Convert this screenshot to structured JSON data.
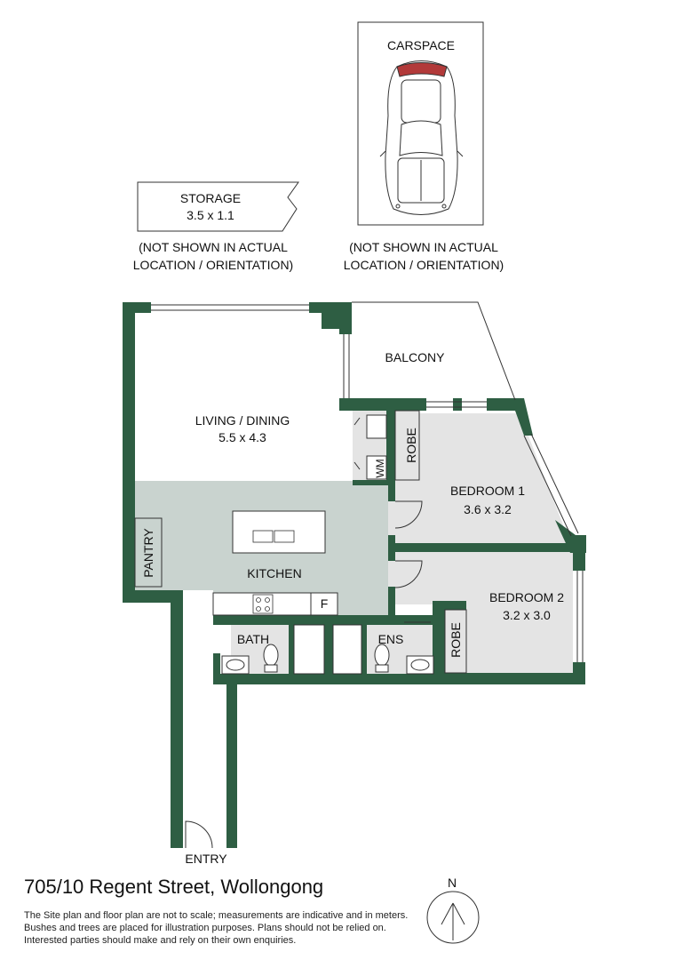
{
  "carspace": {
    "label": "CARSPACE"
  },
  "storage": {
    "label": "STORAGE",
    "dims": "3.5 x 1.1"
  },
  "note_storage": {
    "line1": "(NOT SHOWN IN ACTUAL",
    "line2": "LOCATION / ORIENTATION)"
  },
  "note_carspace": {
    "line1": "(NOT SHOWN IN ACTUAL",
    "line2": "LOCATION / ORIENTATION)"
  },
  "rooms": {
    "balcony": "BALCONY",
    "living": {
      "label": "LIVING / DINING",
      "dims": "5.5 x 4.3"
    },
    "robe1": "ROBE",
    "wm": "WM",
    "bedroom1": {
      "label": "BEDROOM 1",
      "dims": "3.6 x 3.2"
    },
    "pantry": "PANTRY",
    "kitchen": "KITCHEN",
    "fridge": "F",
    "bedroom2": {
      "label": "BEDROOM 2",
      "dims": "3.2 x 3.0"
    },
    "bath": "BATH",
    "ens": "ENS",
    "robe2": "ROBE",
    "entry": "ENTRY"
  },
  "address": "705/10 Regent Street, Wollongong",
  "disclaimer": [
    "The Site plan and floor plan are not to scale; measurements are indicative and in meters.",
    "Bushes and trees are placed for illustration purposes. Plans should not be relied on.",
    "Interested parties should make and rely on their own enquiries."
  ],
  "compass": {
    "label": "N"
  },
  "colors": {
    "wall": "#2e5e43",
    "floor_grey": "#e4e4e4",
    "kitchen_floor": "#c9d3cf"
  }
}
